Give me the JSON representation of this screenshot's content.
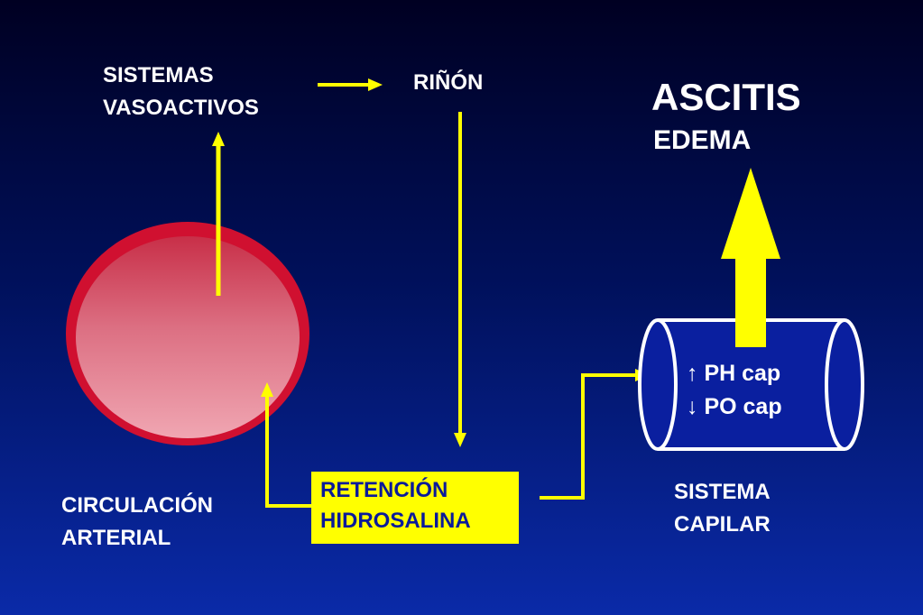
{
  "labels": {
    "sistemas_line1": "SISTEMAS",
    "sistemas_line2": "VASOACTIVOS",
    "rinon": "RIÑÓN",
    "ascitis": "ASCITIS",
    "edema": "EDEMA",
    "retencion_line1": "RETENCIÓN",
    "retencion_line2": "HIDROSALINA",
    "circulacion_line1": "CIRCULACIÓN",
    "circulacion_line2": "ARTERIAL",
    "sistema_line1": "SISTEMA",
    "sistema_line2": "CAPILAR",
    "ph_cap": "↑ PH cap",
    "po_cap": "↓ PO cap"
  },
  "colors": {
    "arrow": "#ffff00",
    "circle_fill": "#e28a99",
    "circle_border": "#d01030",
    "box_fill": "#ffff00",
    "box_text": "#0a1a9a",
    "cylinder_fill": "#0a1f9f",
    "cylinder_outline": "#ffffff"
  }
}
